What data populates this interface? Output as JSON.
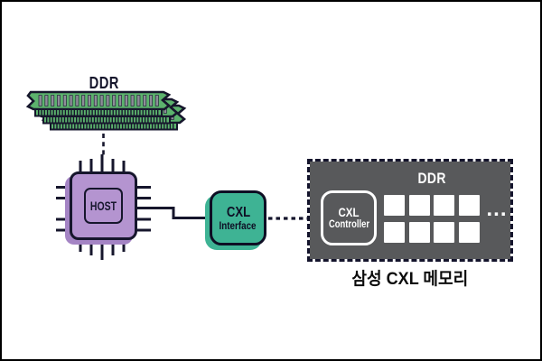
{
  "diagram": {
    "title_hidden": "",
    "host_memory": {
      "label": "DDR"
    },
    "host": {
      "label": "HOST"
    },
    "cxl_interface": {
      "line1": "CXL",
      "line2": "Interface"
    },
    "samsung_module": {
      "controller": {
        "line1": "CXL",
        "line2": "Controller"
      },
      "memory_label": "DDR",
      "ellipsis": "...",
      "caption": "삼성 CXL 메모리",
      "dram_chips": {
        "rows": 2,
        "cols": 4
      }
    },
    "colors": {
      "dimm_green": "#5cb26d",
      "dimm_chip_gray": "#8e8d99",
      "host_purple": "#b494d0",
      "host_shadow_purple": "#a484c4",
      "interface_teal": "#3eb394",
      "module_dark_gray": "#58595b",
      "outline_navy": "#16162c",
      "white": "#ffffff"
    }
  }
}
